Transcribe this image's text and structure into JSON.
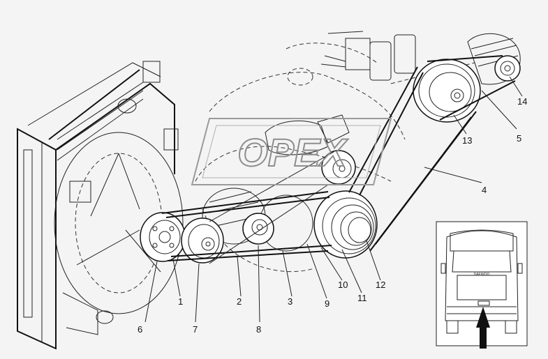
{
  "watermark": "OPEX",
  "callouts": [
    "1",
    "2",
    "3",
    "4",
    "5",
    "6",
    "7",
    "8",
    "9",
    "10",
    "11",
    "12",
    "13",
    "14"
  ],
  "inset": {
    "rear_logo_text": "DAEWOO"
  }
}
